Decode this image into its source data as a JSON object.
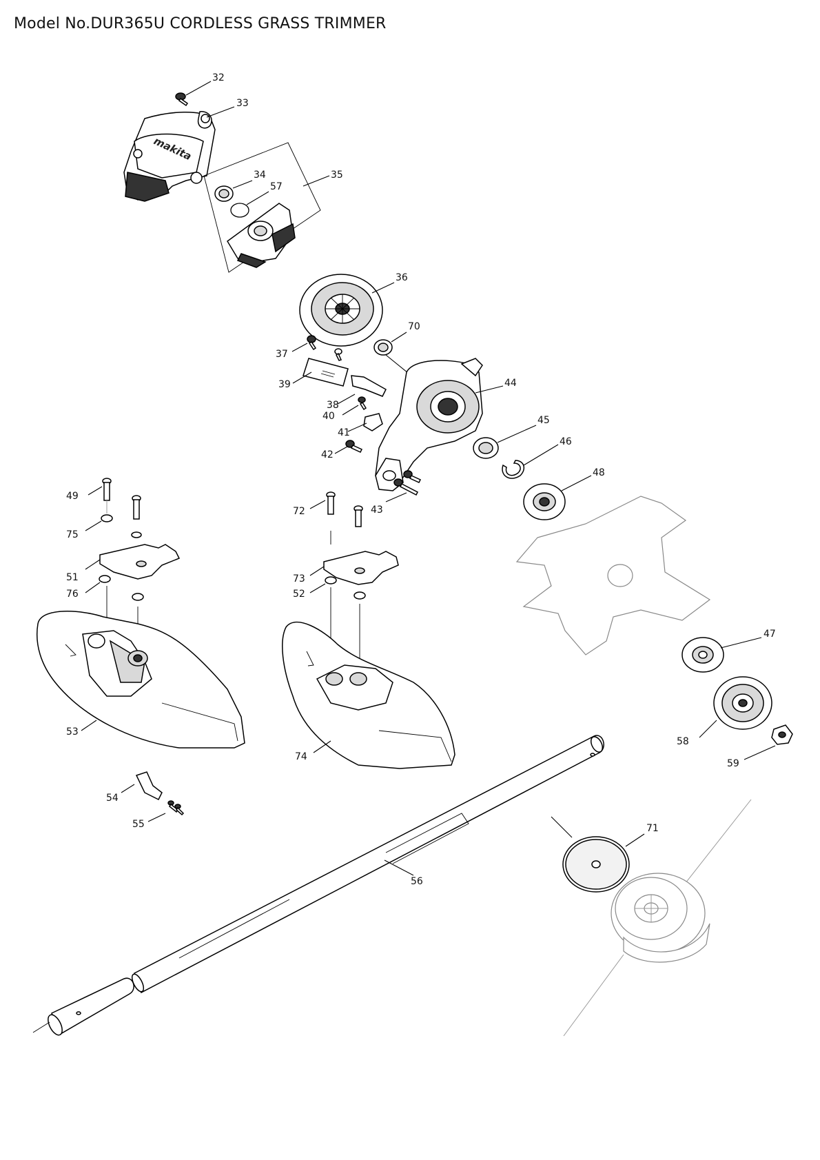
{
  "title": "Model No.DUR365U CORDLESS GRASS TRIMMER",
  "brand_logo": "makita",
  "callouts": {
    "c32": "32",
    "c33": "33",
    "c34": "34",
    "c57": "57",
    "c35": "35",
    "c36": "36",
    "c70": "70",
    "c37": "37",
    "c39": "39",
    "c44": "44",
    "c38": "38",
    "c40": "40",
    "c41": "41",
    "c45": "45",
    "c46": "46",
    "c42": "42",
    "c48": "48",
    "c49": "49",
    "c72": "72",
    "c43": "43",
    "c75": "75",
    "c51": "51",
    "c73": "73",
    "c76": "76",
    "c52": "52",
    "c47": "47",
    "c53": "53",
    "c74": "74",
    "c58": "58",
    "c59": "59",
    "c54": "54",
    "c55": "55",
    "c71": "71",
    "c56": "56"
  }
}
